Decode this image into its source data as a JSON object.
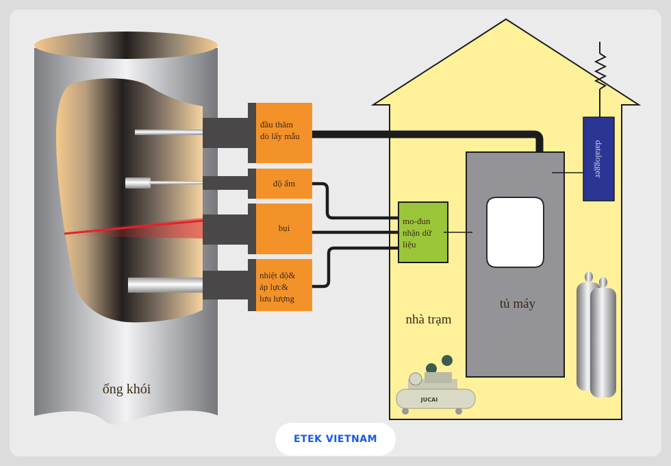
{
  "diagram": {
    "type": "stack-emission-monitoring-system",
    "chimney": {
      "label": "ống khói"
    },
    "sensors": [
      {
        "id": "probe",
        "label_lines": [
          "đầu thăm",
          "dò lấy mẫu"
        ]
      },
      {
        "id": "humidity",
        "label_lines": [
          "độ ẩm"
        ]
      },
      {
        "id": "dust",
        "label_lines": [
          "bụi"
        ]
      },
      {
        "id": "temp-pressure-flow",
        "label_lines": [
          "nhiệt độ&",
          "áp lực&",
          "lưu lượng"
        ]
      }
    ],
    "module": {
      "label_lines": [
        "mo-đun",
        "nhận dữ",
        "liệu"
      ]
    },
    "station": {
      "label": "nhà trạm"
    },
    "cabinet": {
      "label": "tủ máy"
    },
    "datalogger": {
      "label": "datalogger"
    },
    "equipment": {
      "compressor_brand": "JUCAI"
    },
    "colors": {
      "sensor_box": "#f4922a",
      "module_box": "#9cc63a",
      "house_fill": "#fff19a",
      "cabinet": "#949398",
      "datalogger": "#2b3594",
      "laser": "#e0242c"
    }
  },
  "watermark": {
    "text": "ETEK VIETNAM"
  }
}
